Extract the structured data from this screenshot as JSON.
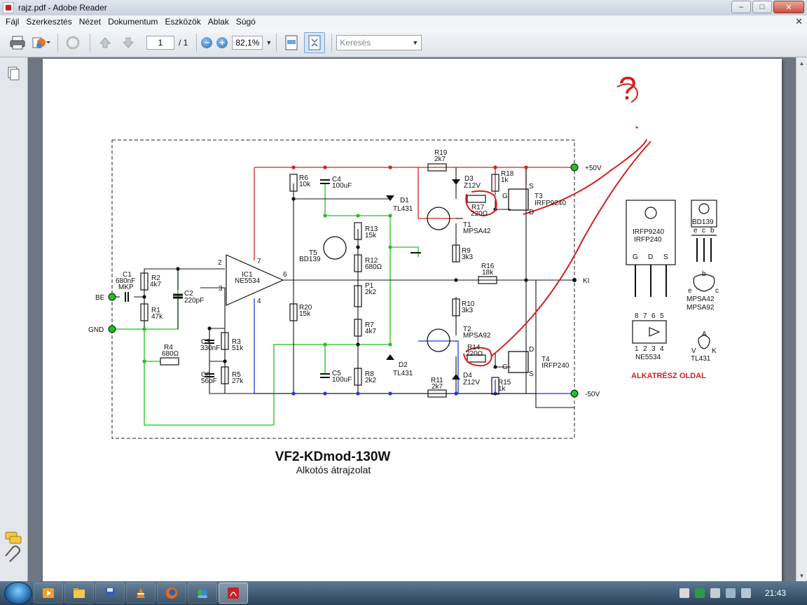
{
  "window": {
    "title": "rajz.pdf - Adobe Reader",
    "controls": {
      "minimize": "–",
      "maximize": "□",
      "close": "✕"
    }
  },
  "menu": {
    "items": [
      "Fájl",
      "Szerkesztés",
      "Nézet",
      "Dokumentum",
      "Eszközök",
      "Ablak",
      "Súgó"
    ],
    "close": "✕"
  },
  "toolbar": {
    "page_current": "1",
    "page_total": "/ 1",
    "zoom_out": "−",
    "zoom_in": "+",
    "zoom": "82,1%",
    "search_placeholder": "Keresés"
  },
  "schematic": {
    "title": "VF2-KDmod-130W",
    "subtitle": "Alkotós átrajzolat",
    "question_mark": "?",
    "nets": {
      "pos": "+50V",
      "neg": "-50V",
      "out": "KI",
      "in": "BE",
      "gnd": "GND"
    },
    "labels": {
      "C1": "C1",
      "C1v": "680nF",
      "C1t": "MKP",
      "R2": "R2",
      "R2v": "4k7",
      "R1": "R1",
      "R1v": "47k",
      "C2": "C2",
      "C2v": "220pF",
      "R4": "R4",
      "R4v": "680Ω",
      "C3": "C3",
      "C3v": "330nF",
      "R3": "R3",
      "R3v": "51k",
      "C6": "C6",
      "C6v": "56pF",
      "R5": "R5",
      "R5v": "27k",
      "IC1": "IC1",
      "IC1v": "NE5534",
      "p2": "2",
      "p3": "3",
      "p4": "4",
      "p6": "6",
      "p7": "7",
      "R6": "R6",
      "R6v": "10k",
      "R20": "R20",
      "R20v": "15k",
      "C4": "C4",
      "C4v": "100uF",
      "C5": "C5",
      "C5v": "100uF",
      "T5": "T5",
      "T5v": "BD139",
      "R13": "R13",
      "R13v": "15k",
      "R12": "R12",
      "R12v": "680Ω",
      "P1": "P1",
      "P1v": "2k2",
      "R7": "R7",
      "R7v": "4k7",
      "R8": "R8",
      "R8v": "2k2",
      "D1": "D1",
      "D1v": "TL431",
      "D2": "D2",
      "D2v": "TL431",
      "R19": "R19",
      "R19v": "2k7",
      "R11": "R11",
      "R11v": "2k7",
      "D3": "D3",
      "D3v": "Z12V",
      "D4": "D4",
      "D4v": "Z12V",
      "R18": "R18",
      "R18v": "1k",
      "R15": "R15",
      "R15v": "1k",
      "R17": "R17",
      "R17v": "220Ω",
      "R14": "R14",
      "R14v": "220Ω",
      "T1": "T1",
      "T1v": "MPSA42",
      "T2": "T2",
      "T2v": "MPSA92",
      "R9": "R9",
      "R9v": "3k3",
      "R10": "R10",
      "R10v": "3k3",
      "R16": "R16",
      "R16v": "18k",
      "T3": "T3",
      "T3v": "IRFP9240",
      "T4": "T4",
      "T4v": "IRFP240",
      "G": "G",
      "S": "S",
      "D": "D"
    },
    "parts": {
      "irfp": [
        "IRFP9240",
        "IRFP240"
      ],
      "irfp_pins": [
        "G",
        "D",
        "S"
      ],
      "bd139": "BD139",
      "bd139_pins": [
        "e",
        "c",
        "b"
      ],
      "mpsa_pins": [
        "b",
        "e",
        "c"
      ],
      "mpsa": [
        "MPSA42",
        "MPSA92"
      ],
      "ne_pins_top": [
        "8",
        "7",
        "6",
        "5"
      ],
      "ne_pins_bottom": [
        "1",
        "2",
        "3",
        "4"
      ],
      "ne": "NE5534",
      "tl_pins": [
        "A",
        "V",
        "K"
      ],
      "tl": "TL431",
      "heading": "ALKATRÉSZ OLDAL"
    }
  },
  "taskbar": {
    "clock": "21:43"
  },
  "colors": {
    "red": "#d42020",
    "green": "#22c022",
    "blue": "#1a3ad8",
    "annot": "#d81e1e"
  }
}
